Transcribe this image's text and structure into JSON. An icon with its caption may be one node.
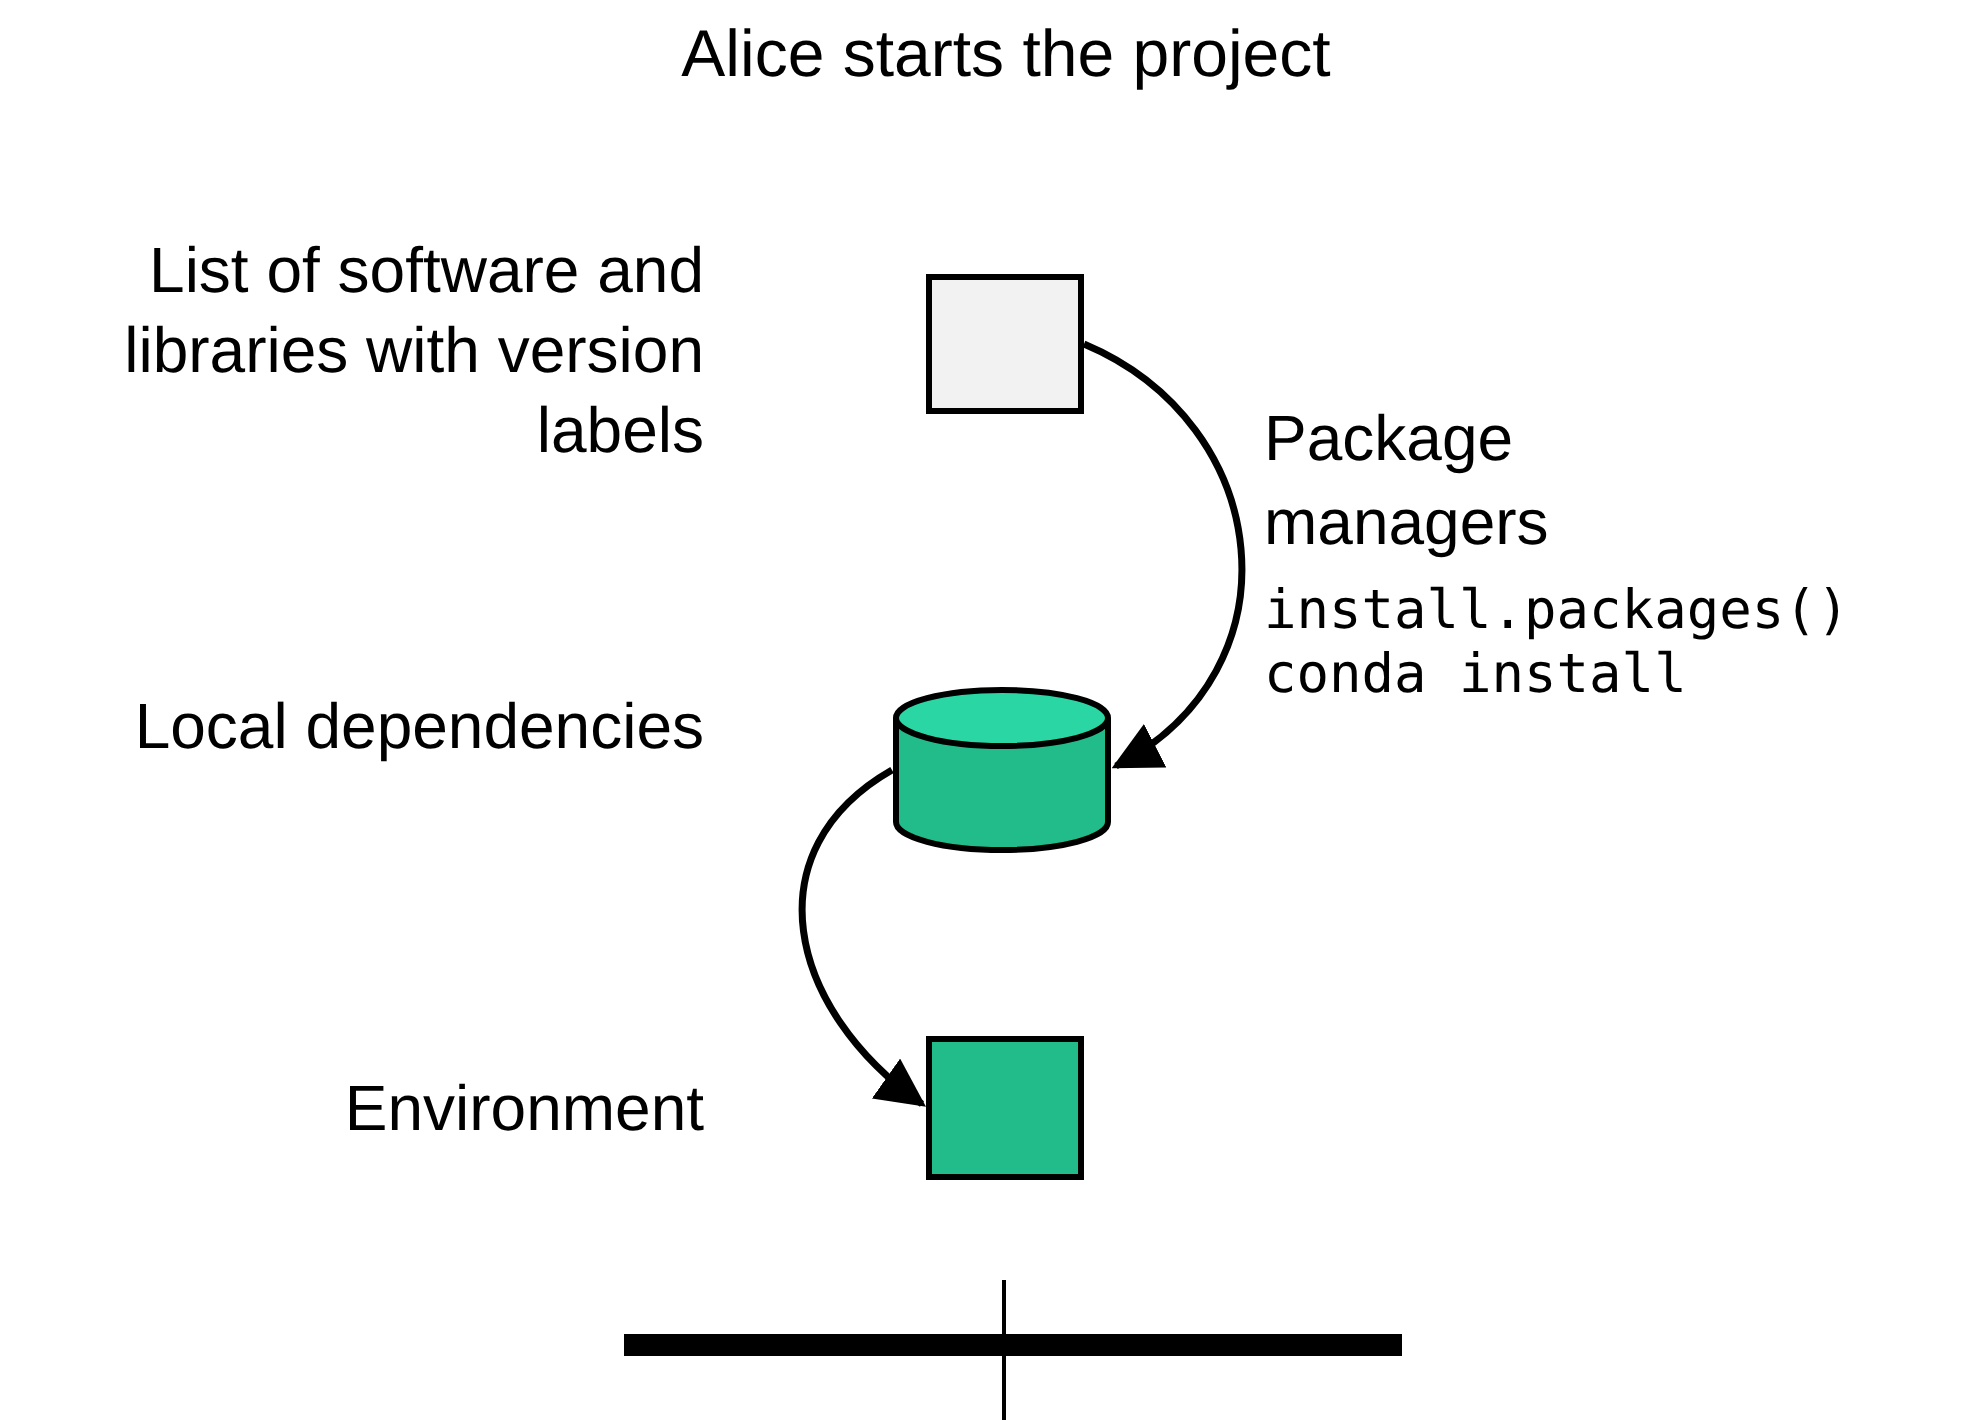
{
  "diagram": {
    "title": "Alice starts the project",
    "nodes": [
      {
        "text": [],
        "shape": "box",
        "beside": [
          "List of software and libraries with version labels"
        ]
      },
      {
        "text": [],
        "shape": "cylinder",
        "beside": [
          "Local dependencies"
        ]
      },
      {
        "text": [],
        "shape": "box",
        "beside": [
          "Environment"
        ]
      }
    ],
    "edges": [
      {
        "from": 0,
        "to": 1,
        "arrow": "to",
        "label": "Package managers"
      },
      {
        "from": 1,
        "to": 2,
        "arrow": "to"
      }
    ],
    "labels": [
      "install.packages()",
      "conda install"
    ]
  }
}
